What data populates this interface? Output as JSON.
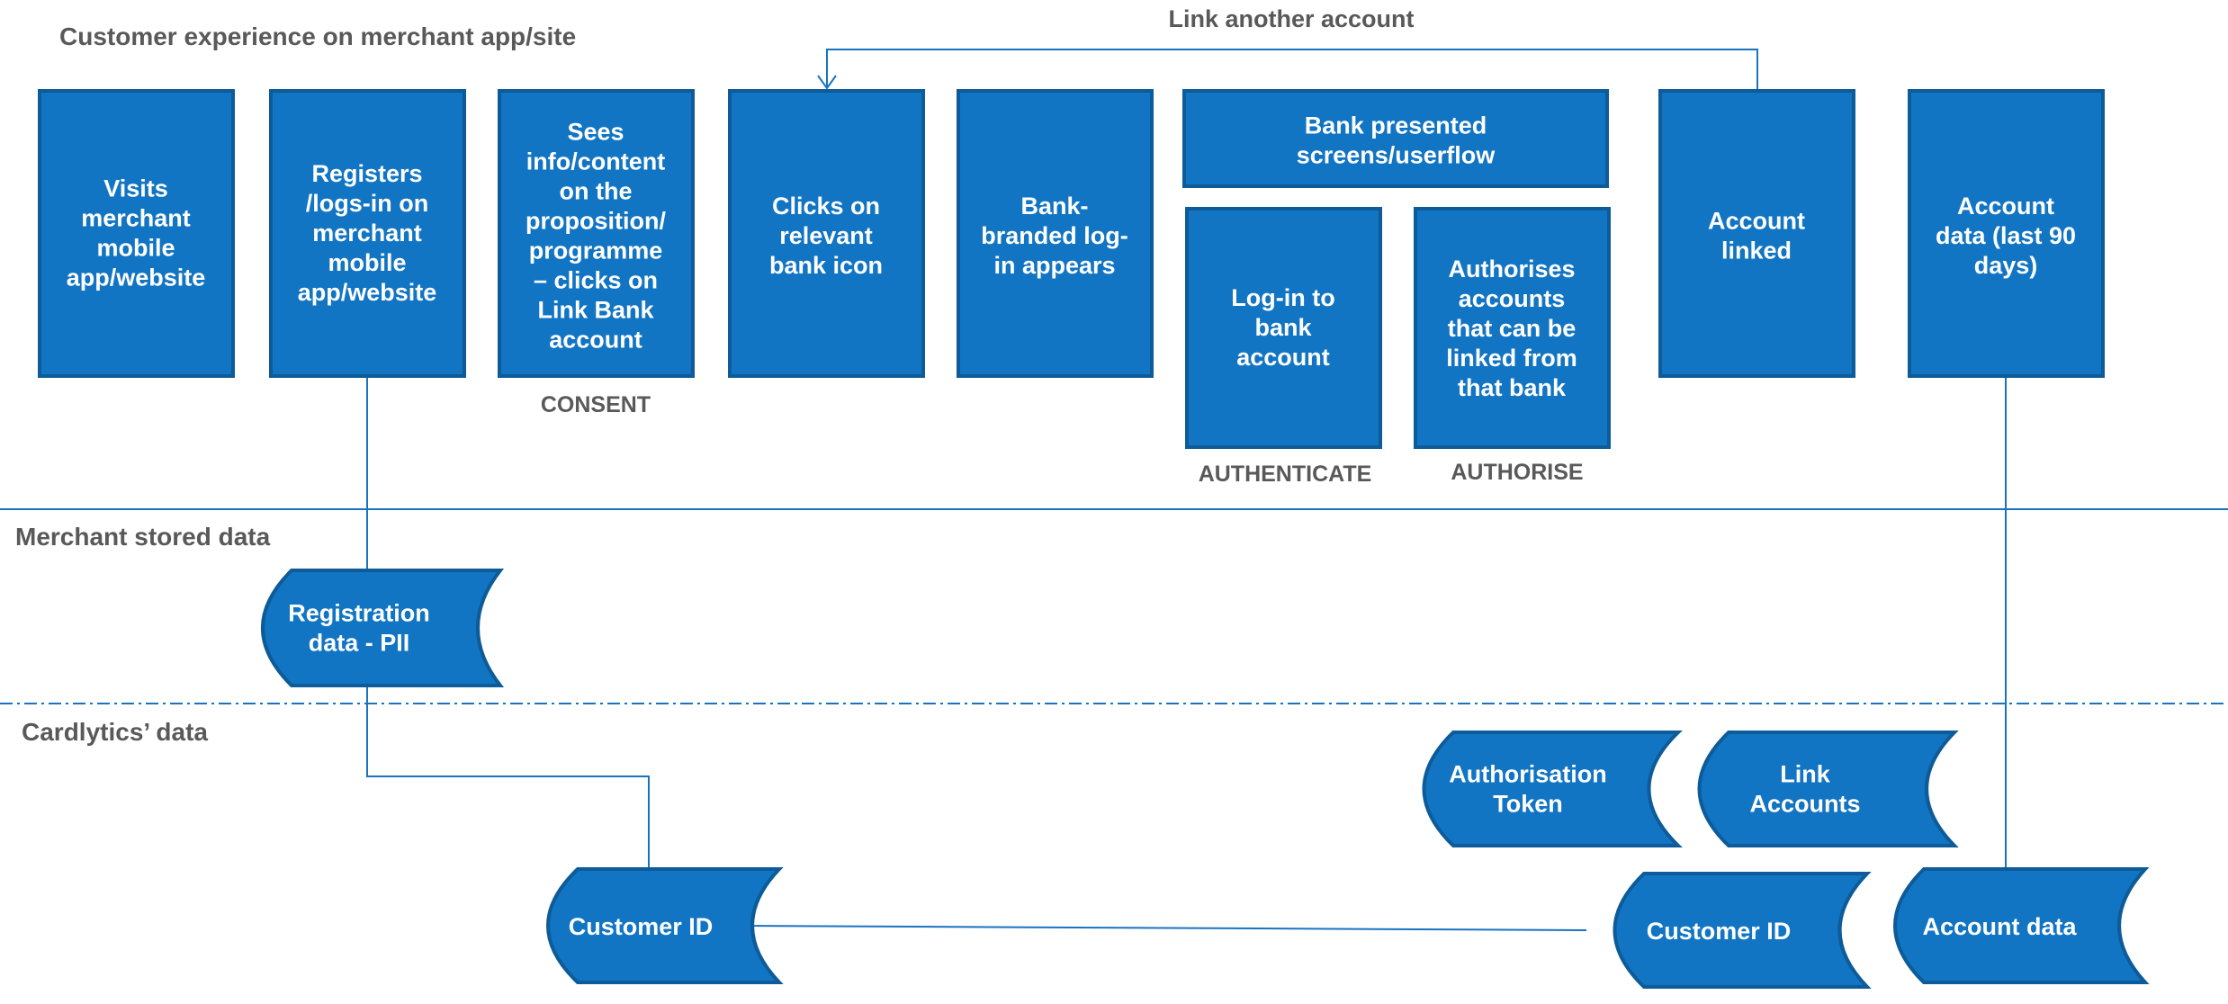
{
  "colors": {
    "box_fill": "#1175c3",
    "box_stroke": "#0d5b98",
    "line": "#1a73c0",
    "label": "#595959",
    "box_text": "#ffffff"
  },
  "sections": {
    "customer_experience": "Customer experience on merchant app/site",
    "merchant_stored": "Merchant stored data",
    "cardlytics": "Cardlytics’ data"
  },
  "loop_label": "Link another account",
  "steps": [
    {
      "id": "visits",
      "lines": [
        "Visits",
        "merchant",
        "mobile",
        "app/website"
      ]
    },
    {
      "id": "registers",
      "lines": [
        "Registers",
        "/logs-in on",
        "merchant",
        "mobile",
        "app/website"
      ]
    },
    {
      "id": "sees-info",
      "lines": [
        "Sees",
        "info/content",
        "on the",
        "proposition/",
        "programme",
        "– clicks on",
        "Link Bank",
        "account"
      ]
    },
    {
      "id": "clicks-bank",
      "lines": [
        "Clicks on",
        "relevant",
        "bank icon"
      ]
    },
    {
      "id": "bank-login",
      "lines": [
        "Bank-",
        "branded log-",
        "in appears"
      ]
    },
    {
      "id": "bank-screens",
      "lines": [
        "Bank presented",
        "screens/userflow"
      ]
    },
    {
      "id": "login-bank",
      "lines": [
        "Log-in to",
        "bank",
        "account"
      ]
    },
    {
      "id": "authorises",
      "lines": [
        "Authorises",
        "accounts",
        "that can be",
        "linked from",
        "that bank"
      ]
    },
    {
      "id": "account-linked",
      "lines": [
        "Account",
        "linked"
      ]
    },
    {
      "id": "account-data-90",
      "lines": [
        "Account",
        "data (last 90",
        "days)"
      ]
    }
  ],
  "stage_labels": {
    "consent": "CONSENT",
    "authenticate": "AUTHENTICATE",
    "authorise": "AUTHORISE"
  },
  "stores": [
    {
      "id": "registration-data",
      "lines": [
        "Registration",
        "data - PII"
      ]
    },
    {
      "id": "authorisation-token",
      "lines": [
        "Authorisation",
        "Token"
      ]
    },
    {
      "id": "link-accounts",
      "lines": [
        "Link",
        "Accounts"
      ]
    },
    {
      "id": "customer-id-left",
      "lines": [
        "Customer ID"
      ]
    },
    {
      "id": "customer-id-right",
      "lines": [
        "Customer ID"
      ]
    },
    {
      "id": "account-data",
      "lines": [
        "Account data"
      ]
    }
  ]
}
